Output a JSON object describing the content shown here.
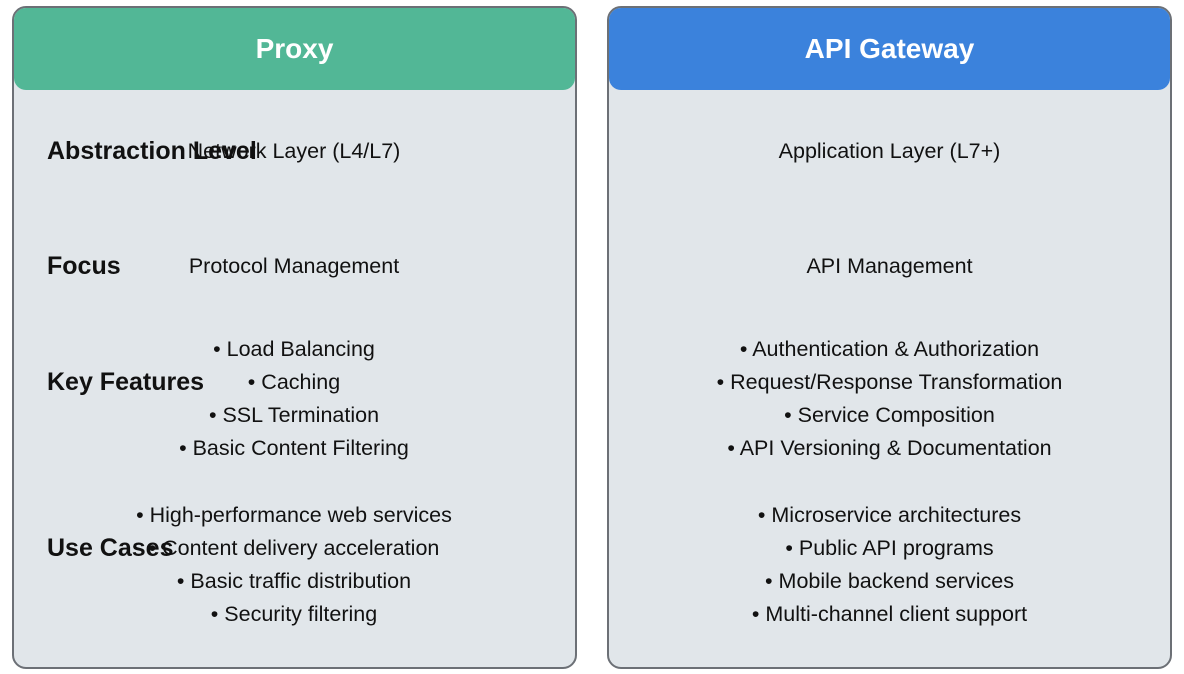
{
  "proxy": {
    "title": "Proxy",
    "color": "#52b796",
    "abstraction_level": "Network Layer (L4/L7)",
    "focus": "Protocol Management",
    "key_features": [
      "• Load Balancing",
      "• Caching",
      "• SSL Termination",
      "• Basic Content Filtering"
    ],
    "use_cases": [
      "• High-performance web services",
      "• Content delivery acceleration",
      "• Basic traffic distribution",
      "• Security filtering"
    ]
  },
  "gateway": {
    "title": "API Gateway",
    "color": "#3b82dc",
    "abstraction_level": "Application Layer (L7+)",
    "focus": "API Management",
    "key_features": [
      "• Authentication & Authorization",
      "• Request/Response Transformation",
      "• Service Composition",
      "• API Versioning & Documentation"
    ],
    "use_cases": [
      "• Microservice architectures",
      "• Public API programs",
      "• Mobile backend services",
      "• Multi-channel client support"
    ]
  },
  "labels": {
    "abstraction_level": "Abstraction Level",
    "focus": "Focus",
    "key_features": "Key Features",
    "use_cases": "Use Cases"
  }
}
